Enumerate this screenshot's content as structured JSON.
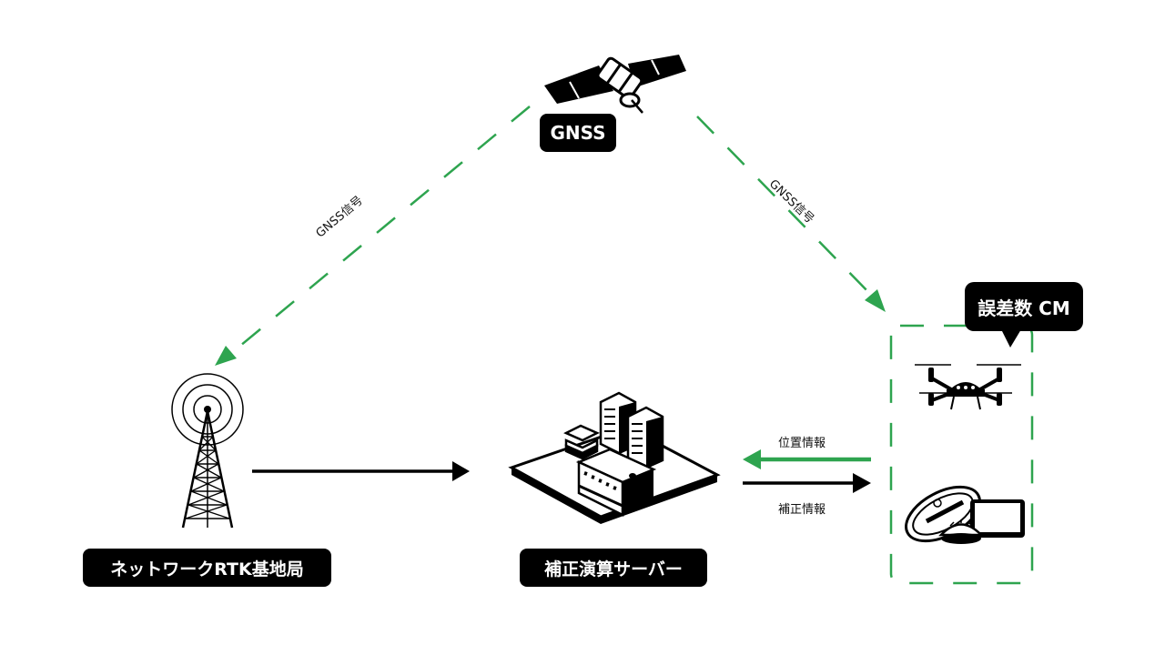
{
  "nodes": {
    "satellite": {
      "label": "GNSS",
      "icon": "satellite-icon"
    },
    "base_station": {
      "label": "ネットワークRTK基地局",
      "icon": "radio-tower-icon"
    },
    "server": {
      "label": "補正演算サーバー",
      "icon": "server-building-icon"
    },
    "rover": {
      "callout": "誤差数 CM",
      "icons": [
        "drone-icon",
        "steering-wheel-icon",
        "gnss-antenna-icon",
        "tablet-icon"
      ]
    }
  },
  "edges": {
    "sat_to_base": {
      "label": "GNSS信号",
      "style": "dashed-green"
    },
    "sat_to_rover": {
      "label": "GNSS信号",
      "style": "dashed-green"
    },
    "base_to_server": {
      "label": "",
      "style": "solid-black"
    },
    "rover_to_server": {
      "label": "位置情報",
      "style": "solid-green"
    },
    "server_to_rover": {
      "label": "補正情報",
      "style": "solid-black"
    }
  },
  "colors": {
    "green": "#2ea44f",
    "black": "#000000",
    "background": "#ffffff"
  }
}
